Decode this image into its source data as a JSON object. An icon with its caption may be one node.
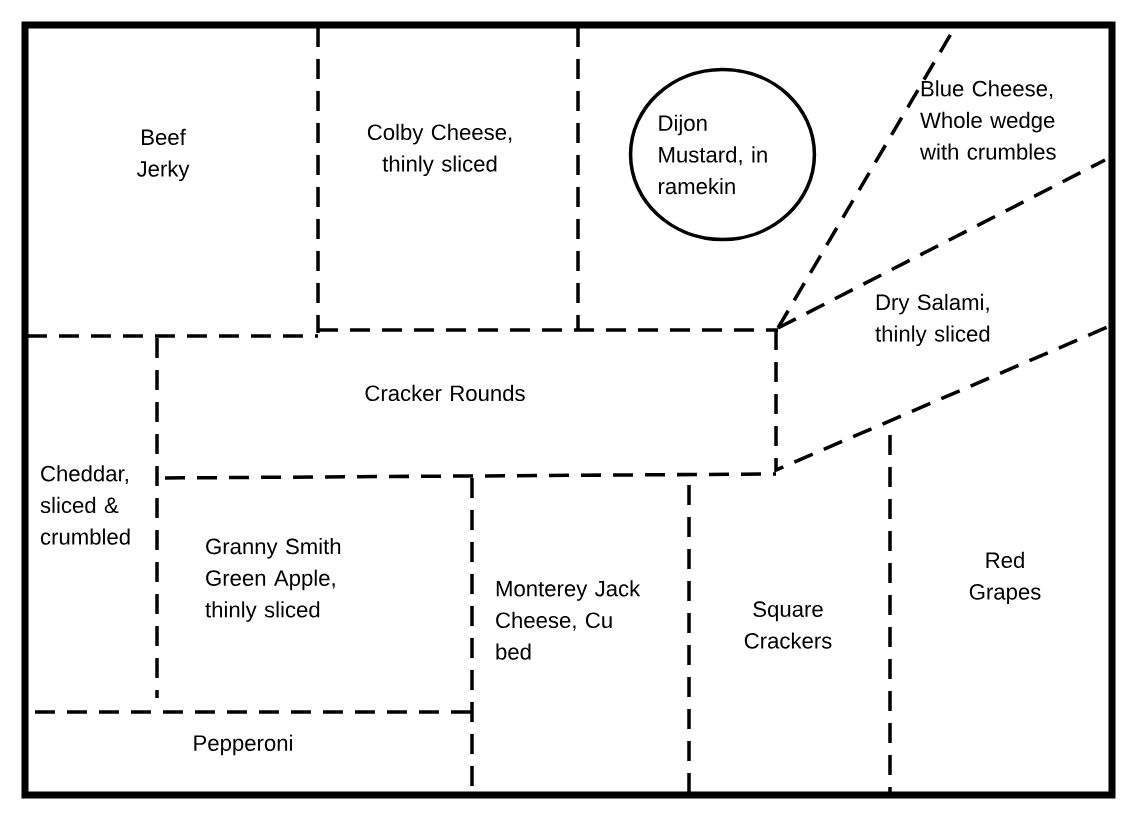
{
  "diagram": {
    "nodes": [
      {
        "text": [],
        "shape": "box"
      },
      {
        "text": [
          "Dijon Mustard, in ramekin"
        ],
        "in": 0
      }
    ],
    "edges": [],
    "labels": [
      "Beef Jerky",
      "Colby Cheese, thinly sliced",
      "Blue Cheese, Whole wedge with crumbles",
      "Dry Salami, thinly sliced",
      "Cracker Rounds",
      "Cheddar, sliced & crumbled",
      "Granny Smith Green Apple, thinly sliced",
      "Monterey Jack Cheese, Cu bed",
      "Square Crackers",
      "Red Grapes",
      "Pepperoni"
    ]
  }
}
